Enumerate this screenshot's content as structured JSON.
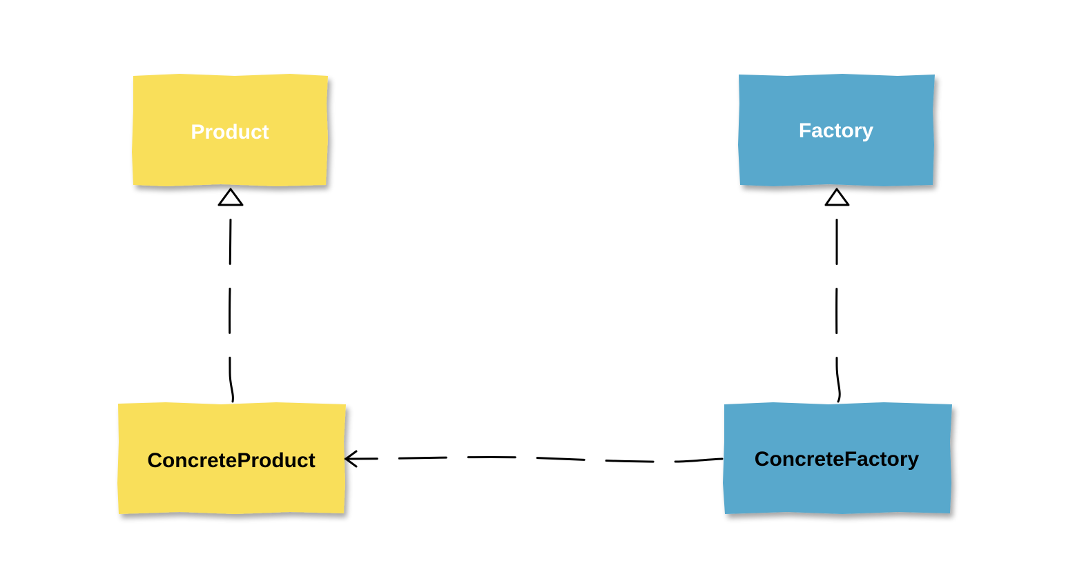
{
  "colors": {
    "product": "#f9df5a",
    "factory": "#58a8cc",
    "product_text": "#ffffff",
    "factory_text": "#ffffff",
    "concrete_text": "#000000",
    "edge": "#000000"
  },
  "nodes": {
    "product": {
      "label": "Product"
    },
    "factory": {
      "label": "Factory"
    },
    "concrete_product": {
      "label": "ConcreteProduct"
    },
    "concrete_factory": {
      "label": "ConcreteFactory"
    }
  },
  "edges": [
    {
      "from": "concrete_product",
      "to": "product",
      "kind": "realization"
    },
    {
      "from": "concrete_factory",
      "to": "factory",
      "kind": "realization"
    },
    {
      "from": "concrete_factory",
      "to": "concrete_product",
      "kind": "dependency"
    }
  ]
}
